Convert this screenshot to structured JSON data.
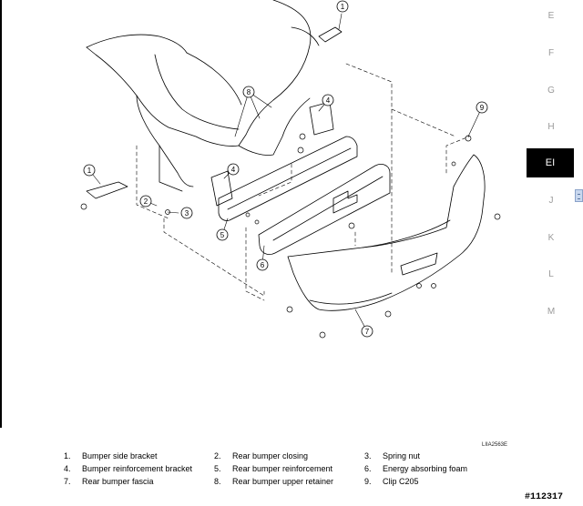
{
  "figure_code": "LIIA2563E",
  "callouts": [
    "1",
    "2",
    "3",
    "4",
    "5",
    "6",
    "7",
    "8",
    "9"
  ],
  "legend": [
    {
      "num": "1.",
      "label": "Bumper side bracket"
    },
    {
      "num": "2.",
      "label": "Rear bumper closing"
    },
    {
      "num": "3.",
      "label": "Spring nut"
    },
    {
      "num": "4.",
      "label": "Bumper reinforcement bracket"
    },
    {
      "num": "5.",
      "label": "Rear bumper reinforcement"
    },
    {
      "num": "6.",
      "label": "Energy absorbing foam"
    },
    {
      "num": "7.",
      "label": "Rear bumper fascia"
    },
    {
      "num": "8.",
      "label": "Rear bumper upper retainer"
    },
    {
      "num": "9.",
      "label": "Clip C205"
    }
  ],
  "sidebar": {
    "letters": [
      "E",
      "F",
      "G",
      "H",
      "EI",
      "J",
      "K",
      "L",
      "M"
    ],
    "active": "EI"
  },
  "watermark": "#112317",
  "colors": {
    "active_tab_bg": "#000000",
    "inactive_letter": "#9a9a9a"
  }
}
